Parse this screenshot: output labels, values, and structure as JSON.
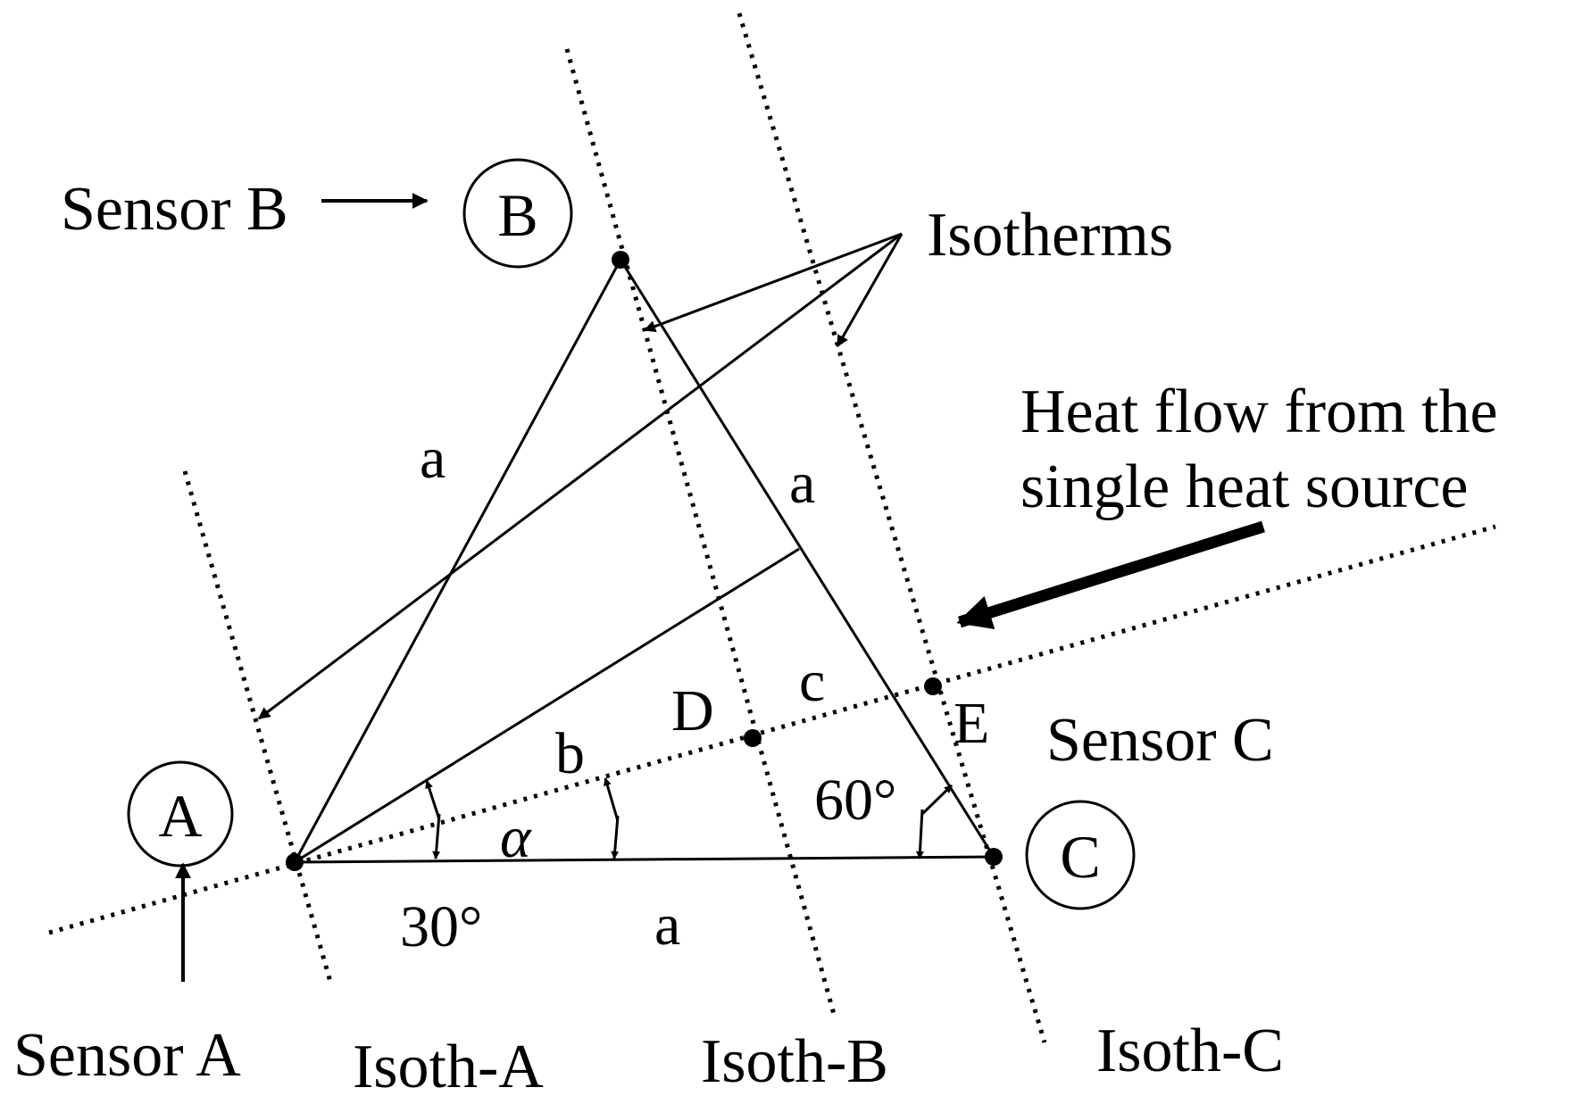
{
  "labels": {
    "sensor_b_callout": "Sensor B",
    "sensor_a_callout": "Sensor A",
    "sensor_c_callout": "Sensor C",
    "isotherms_callout": "Isotherms",
    "heat_flow_line1": "Heat flow from the",
    "heat_flow_line2": "single heat source",
    "isoth_a": "Isoth-A",
    "isoth_b": "Isoth-B",
    "isoth_c": "Isoth-C"
  },
  "nodes": {
    "a": "A",
    "b": "B",
    "c": "C"
  },
  "edge_labels": {
    "side_ab": "a",
    "side_bc": "a",
    "side_ac": "a",
    "seg_b": "b",
    "seg_c": "c"
  },
  "points": {
    "d": "D",
    "e": "E"
  },
  "angles": {
    "angle_a": "30°",
    "angle_c": "60°",
    "alpha": "α"
  }
}
